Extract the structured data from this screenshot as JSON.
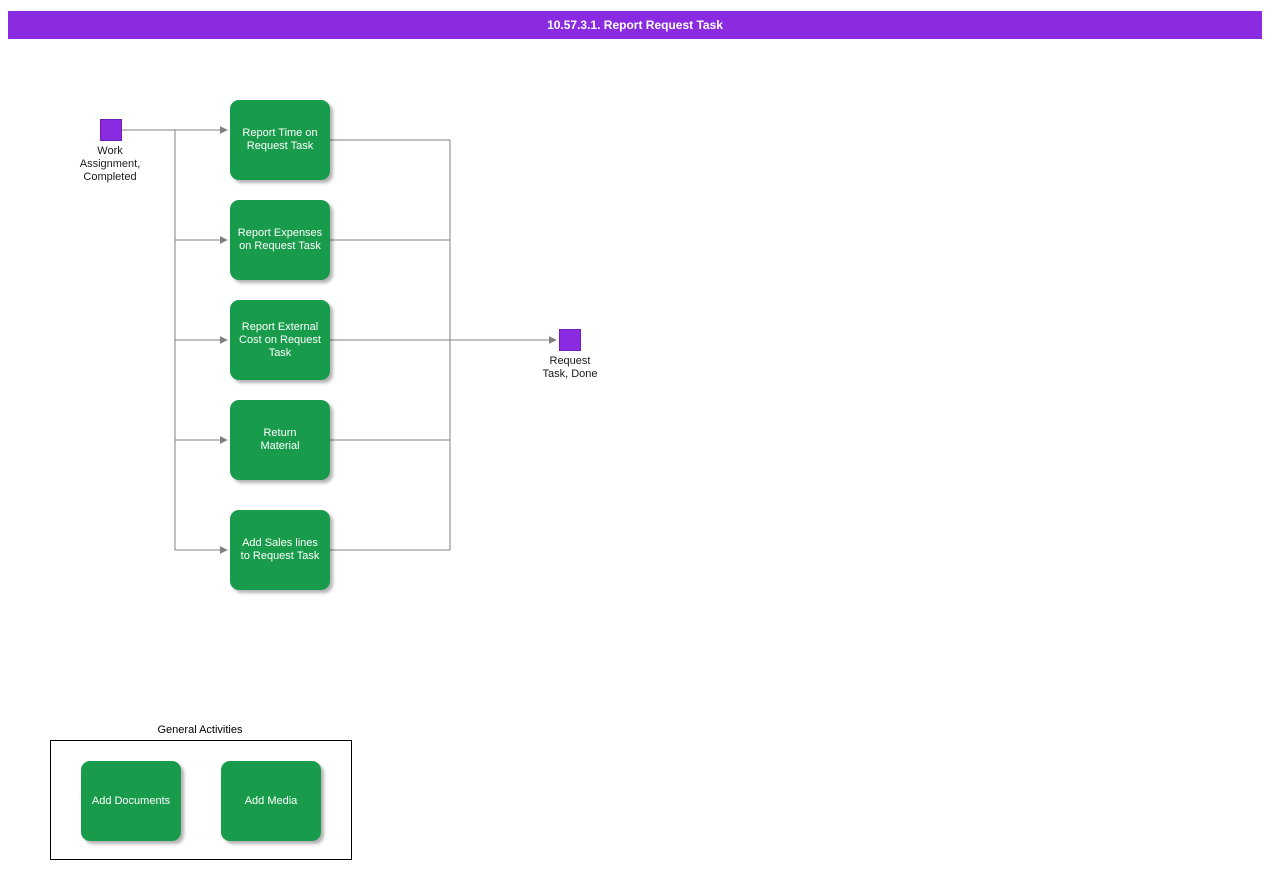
{
  "header": {
    "title": "10.57.3.1. Report Request Task"
  },
  "colors": {
    "title_bar": "#8a2be2",
    "event_node": "#8a2be2",
    "activity_green": "#189c4c",
    "connector_line": "#808080"
  },
  "start_node": {
    "label": "Work\nAssignment,\nCompleted"
  },
  "activities": [
    {
      "label": "Report Time on\nRequest Task"
    },
    {
      "label": "Report Expenses\non Request Task"
    },
    {
      "label": "Report External\nCost on Request\nTask"
    },
    {
      "label": "Return\nMaterial"
    },
    {
      "label": "Add Sales lines\nto Request Task"
    }
  ],
  "end_node": {
    "label": "Request\nTask, Done"
  },
  "general_activities": {
    "title": "General Activities",
    "items": [
      {
        "label": "Add Documents"
      },
      {
        "label": "Add Media"
      }
    ]
  }
}
